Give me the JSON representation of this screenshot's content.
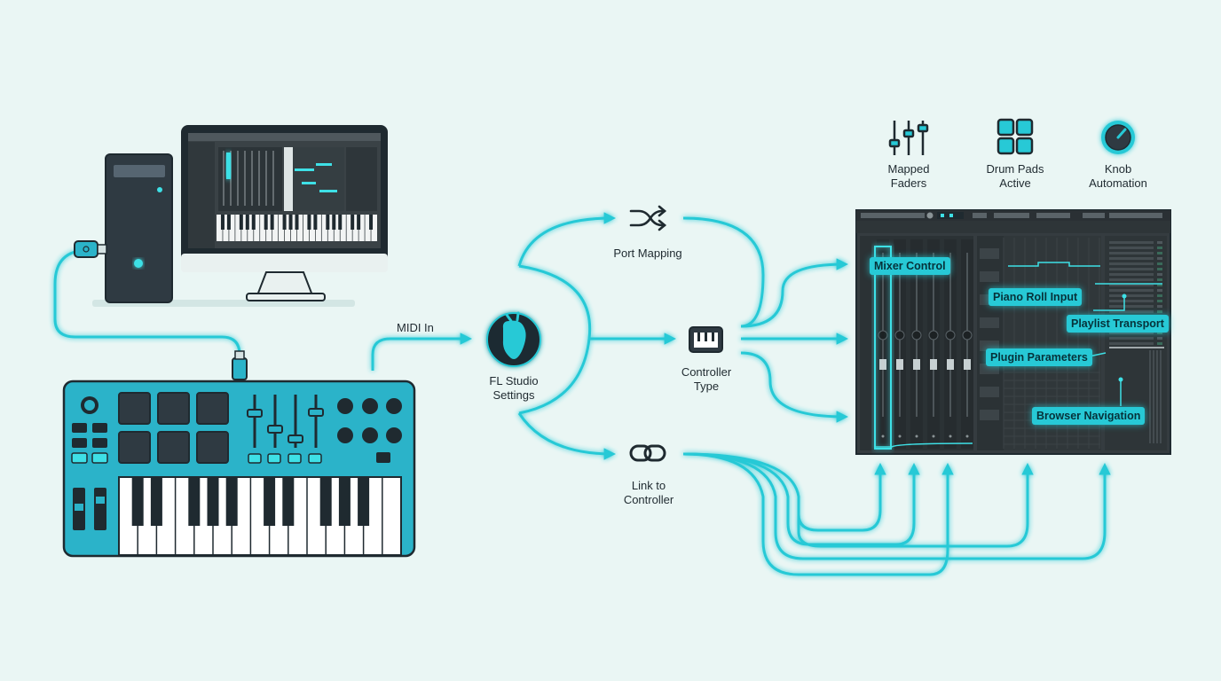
{
  "labels": {
    "midi_in": "MIDI In",
    "fl_studio_settings": [
      "FL Studio",
      "Settings"
    ],
    "port_mapping": "Port Mapping",
    "controller_type": [
      "Controller",
      "Type"
    ],
    "link_to_controller": [
      "Link to",
      "Controller"
    ],
    "mapped_faders": [
      "Mapped",
      "Faders"
    ],
    "drum_pads_active": [
      "Drum Pads",
      "Active"
    ],
    "knob_automation": [
      "Knob",
      "Automation"
    ]
  },
  "callouts": {
    "mixer_control": "Mixer Control",
    "piano_roll_input": "Piano Roll Input",
    "playlist_transport": "Playlist Transport",
    "plugin_parameters": "Plugin Parameters",
    "browser_navigation": "Browser Navigation"
  },
  "colors": {
    "background": "#eaf6f4",
    "accent_cyan": "#27c9d6",
    "controller_body": "#2bb3c9",
    "dark_ui": "#2f3538",
    "outline": "#1f2a30"
  },
  "icons": [
    "shuffle-icon",
    "piano-keys-icon",
    "chain-link-icon",
    "fl-studio-logo-icon",
    "faders-icon",
    "drum-pads-icon",
    "knob-icon",
    "usb-plug-icon"
  ]
}
